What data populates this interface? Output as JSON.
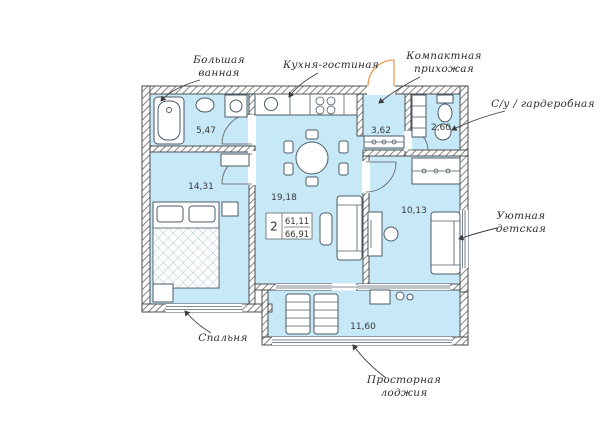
{
  "callouts": {
    "bathroom": [
      "Большая",
      "ванная"
    ],
    "kitchen": [
      "Кухня-гостиная"
    ],
    "hallway": [
      "Компактная",
      "прихожая"
    ],
    "wc_wardrobe": [
      "С/у / гардеробная"
    ],
    "kids_room": [
      "Уютная",
      "детская"
    ],
    "bedroom": [
      "Спальня"
    ],
    "loggia": [
      "Просторная",
      "лоджия"
    ]
  },
  "areas": {
    "bathroom": "5,47",
    "bedroom": "14,31",
    "kitchen_living": "19,18",
    "hallway": "3,62",
    "wc_wardrobe": "2,60",
    "kids_room": "10,13",
    "loggia": "11,60"
  },
  "summary": {
    "rooms_count": "2",
    "living_area": "61,11",
    "total_area": "66,91"
  },
  "colors": {
    "floor_fill": "#c7e8f7",
    "wall_stroke": "#3f3f3f",
    "entrance_accent": "#e89a4e",
    "furniture_stroke": "#4d5b66"
  }
}
